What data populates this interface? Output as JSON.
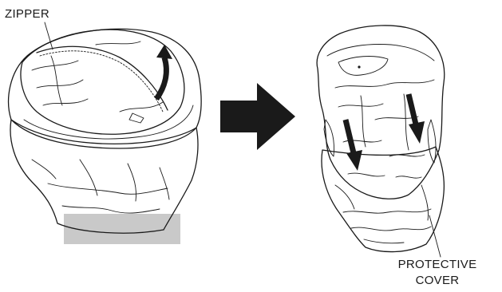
{
  "labels": {
    "zipper": "ZIPPER",
    "protective_cover_line1": "PROTECTIVE",
    "protective_cover_line2": "COVER"
  },
  "colors": {
    "ink": "#1a1a1a",
    "cover_gray": "#c8c8c8",
    "cover_gray_dark": "#b5b5b5",
    "fabric_white": "#ffffff",
    "base_gray": "#c9c9c9",
    "arrow": "#1a1a1a"
  },
  "icons": {
    "step_arrow": "right-arrow-icon",
    "open_direction_arrow": "curved-arrow-icon",
    "fold_down_arrows": "down-arrow-icon"
  }
}
